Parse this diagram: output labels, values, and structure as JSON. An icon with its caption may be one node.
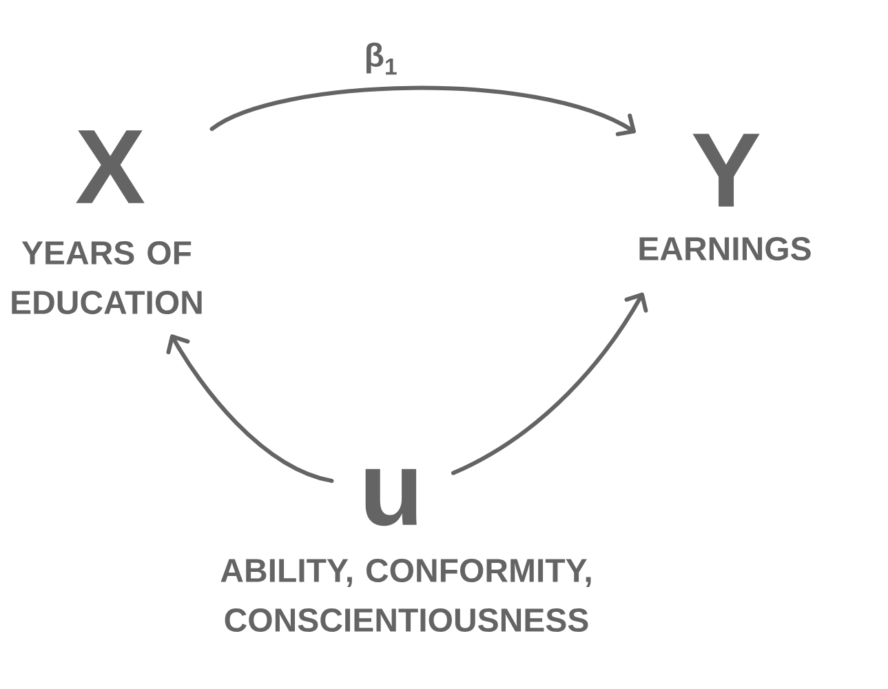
{
  "diagram": {
    "nodes": [
      {
        "text": [
          "X",
          "YEARS OF EDUCATION"
        ]
      },
      {
        "text": [
          "Y",
          "EARNINGS"
        ]
      },
      {
        "text": [
          "u"
        ],
        "beside": [
          "ABILITY, CONFORMITY, CONSCIENTIOUSNESS"
        ]
      }
    ],
    "edges": [
      {
        "from": 0,
        "to": 1,
        "arrow": "to",
        "label": "β$_{1}$"
      },
      {
        "from": 2,
        "to": 0,
        "arrow": "to"
      },
      {
        "from": 2,
        "to": 1,
        "arrow": "to"
      }
    ]
  }
}
